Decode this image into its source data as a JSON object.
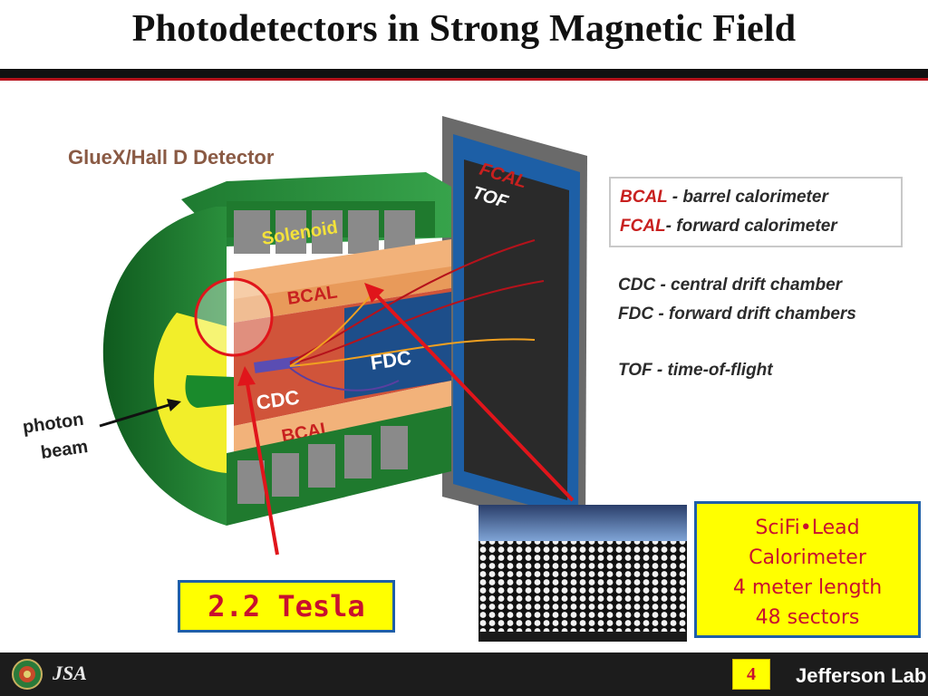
{
  "slide": {
    "title": "Photodetectors in Strong Magnetic Field",
    "page_number": "4"
  },
  "figure": {
    "heading": "GlueX/Hall D Detector",
    "labels": {
      "solenoid": "Solenoid",
      "bcal_top": "BCAL",
      "bcal_bottom": "BCAL",
      "cdc": "CDC",
      "fdc": "FDC",
      "fcal": "FCAL",
      "tof": "TOF",
      "photon": "photon",
      "beam": "beam"
    }
  },
  "legend": {
    "boxed": [
      {
        "key": "BCAL",
        "desc": " - barrel calorimeter"
      },
      {
        "key": "FCAL",
        "desc": "- forward calorimeter"
      }
    ],
    "plain": [
      "CDC - central drift chamber",
      "FDC - forward drift chambers",
      "TOF - time-of-flight"
    ]
  },
  "callouts": {
    "tesla": "2.2 Tesla",
    "scifi_lines": [
      "SciFi•Lead",
      "Calorimeter",
      "4 meter length",
      "48 sectors"
    ]
  },
  "footer": {
    "brand": "Jefferson Lab",
    "jsa": "JSA"
  },
  "colors": {
    "accent_red": "#c8102e",
    "callout_yellow": "#ffff00",
    "callout_border": "#1f5fa8",
    "solenoid_green": "#1f7a2e",
    "bcal_orange": "#f2b27a"
  }
}
